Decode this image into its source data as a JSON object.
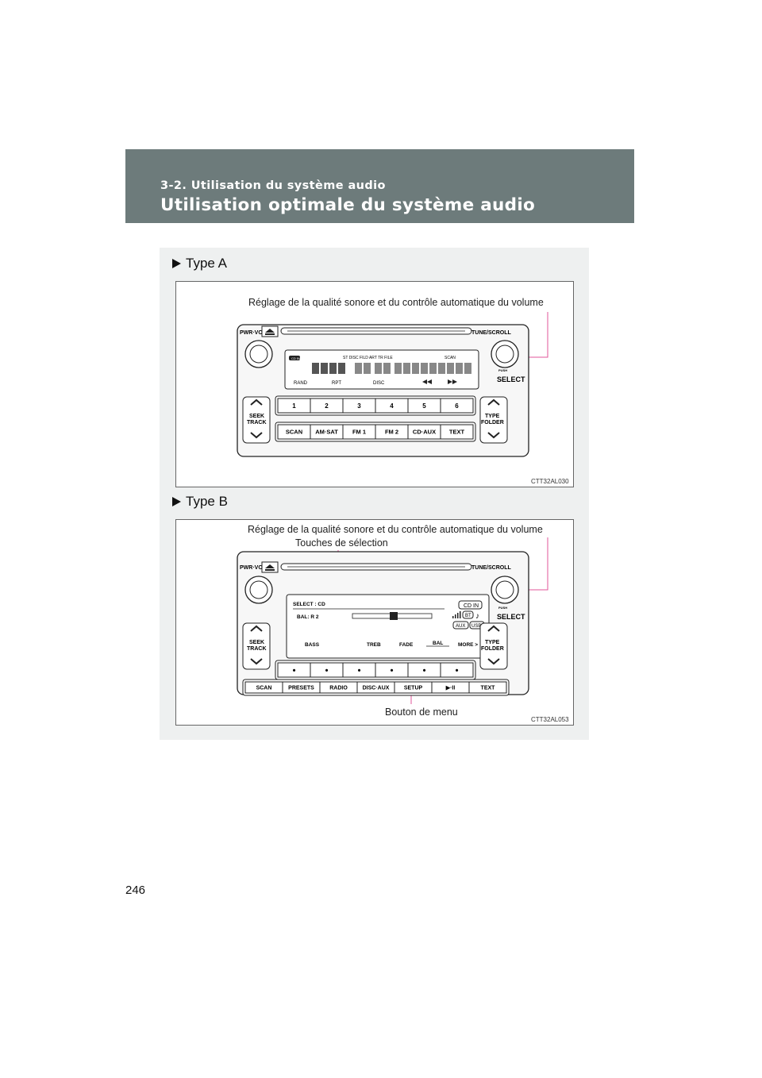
{
  "header": {
    "section": "3-2. Utilisation du système audio",
    "title": "Utilisation optimale du système audio"
  },
  "type_a": {
    "heading": "Type A",
    "caption": "Réglage de la qualité sonore et du contrôle automatique du volume",
    "figure_code": "CTT32AL030",
    "labels": {
      "pwr_vol": "PWR·VOL",
      "tune_scroll": "TUNE/SCROLL",
      "push": "PUSH",
      "select": "SELECT",
      "seek": "SEEK",
      "track": "TRACK",
      "type": "TYPE",
      "folder": "FOLDER",
      "cd_in": "CD IN",
      "display_top": "ST   DISC        FILD  ART  TR  FILE",
      "scan_ind": "SCAN",
      "rand": "RAND",
      "rpt": "RPT",
      "disc": "DISC"
    },
    "presets": [
      "1",
      "2",
      "3",
      "4",
      "5",
      "6"
    ],
    "buttons": [
      "SCAN",
      "AM·SAT",
      "FM 1",
      "FM 2",
      "CD·AUX",
      "TEXT"
    ]
  },
  "type_b": {
    "heading": "Type B",
    "caption": "Réglage de la qualité sonore et du contrôle automatique du volume",
    "selection_caption": "Touches de sélection",
    "menu_caption": "Bouton de menu",
    "figure_code": "CTT32AL053",
    "screen": {
      "select_line": "SELECT : CD",
      "bal_line": "BAL: R 2",
      "cd_in": "CD IN",
      "bt": "BT",
      "aux": "AUX",
      "usb": "USB",
      "soft_keys": [
        "BASS",
        "TREB",
        "FADE",
        "BAL",
        "MORE >"
      ],
      "bal_value": 0.52
    },
    "dots": [
      "•",
      "•",
      "•",
      "•",
      "•",
      "•"
    ],
    "buttons": [
      "SCAN",
      "PRESETS",
      "RADIO",
      "DISC·AUX",
      "SETUP",
      "▶·II",
      "TEXT"
    ]
  },
  "page_number": "246",
  "colors": {
    "header_bg": "#6d7b7b",
    "panel_bg": "#eef0f0",
    "leader_pink": "#e0569a"
  }
}
